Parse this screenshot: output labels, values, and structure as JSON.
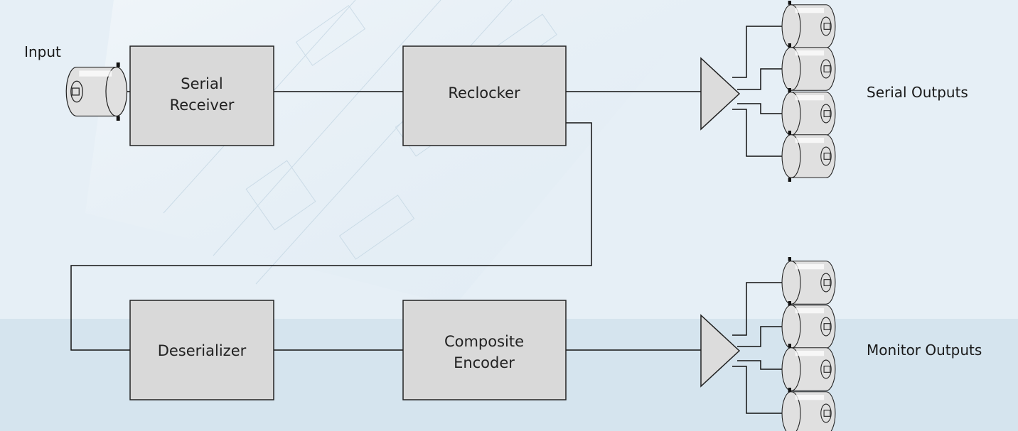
{
  "labels": {
    "input": "Input",
    "serial_outputs": "Serial Outputs",
    "monitor_outputs": "Monitor Outputs"
  },
  "blocks": {
    "serial_receiver": [
      "Serial",
      "Receiver"
    ],
    "reclocker": [
      "Reclocker"
    ],
    "deserializer": [
      "Deserializer"
    ],
    "composite_encoder": [
      "Composite",
      "Encoder"
    ]
  },
  "colors": {
    "background_upper": "#e6eff6",
    "background_lower": "#d5e4ee",
    "block_fill": "#d9d9d9",
    "line": "#111111"
  },
  "icons": {
    "connector": "bnc-connector-icon",
    "amplifier": "amplifier-triangle-icon"
  }
}
